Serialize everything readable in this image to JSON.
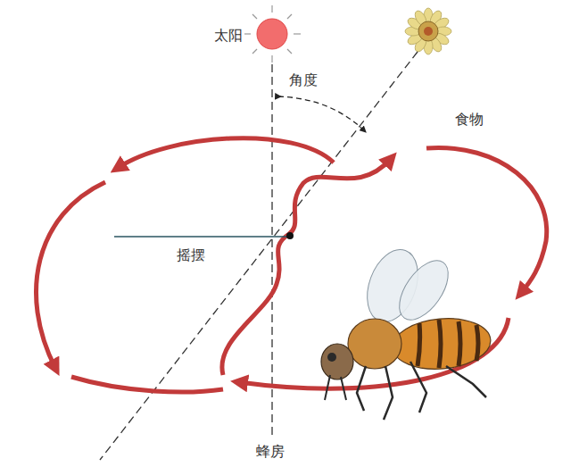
{
  "diagram": {
    "labels": [
      "太阳",
      "角度",
      "摇摆",
      "食物",
      "蜂房"
    ]
  }
}
